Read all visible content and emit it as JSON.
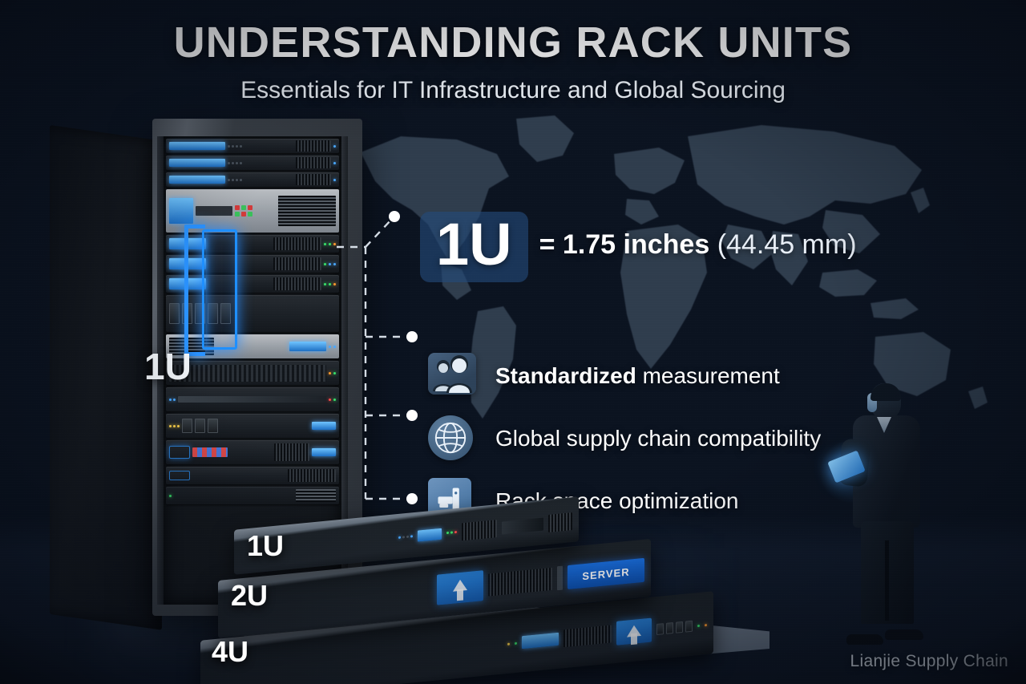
{
  "header": {
    "title": "UNDERSTANDING RACK UNITS",
    "subtitle": "Essentials for IT Infrastructure and Global Sourcing"
  },
  "rack": {
    "highlight_label": "1U",
    "bracket_color": "#2b93ff"
  },
  "callout": {
    "badge": "1U",
    "equals": "= 1.75 inches ",
    "metric": "(44.45 mm)",
    "badge_bg": "#244a7a"
  },
  "features": [
    {
      "icon": "people-icon",
      "bold": "Standardized",
      "rest": " measurement"
    },
    {
      "icon": "globe-icon",
      "bold": "",
      "rest": "Global supply chain compatibility"
    },
    {
      "icon": "rack-space-icon",
      "bold": "",
      "rest": "Rack space optimization"
    }
  ],
  "server_stack": [
    {
      "label": "1U"
    },
    {
      "label": "2U",
      "panel_text": "SERVER"
    },
    {
      "label": "4U"
    }
  ],
  "footer": {
    "watermark": "Lianjie Supply Chain"
  },
  "colors": {
    "accent_blue": "#2b93ff",
    "background_navy": "#16243a",
    "text_white": "#ffffff",
    "panel_blue": "#1a6fe0"
  }
}
